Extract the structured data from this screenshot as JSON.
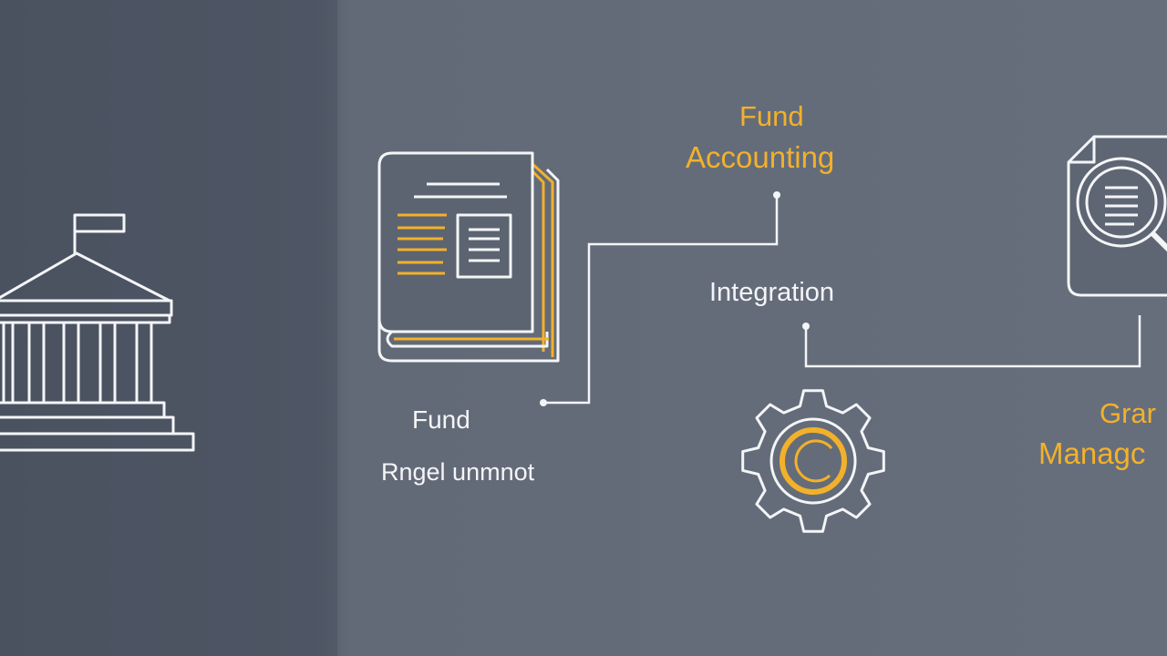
{
  "labels": {
    "fund_accounting_line1": "Fund",
    "fund_accounting_line2": "Accounting",
    "integration": "Integration",
    "fund_regulation_line1": "Fund",
    "fund_regulation_line2": "Rngel unmnot",
    "grant_line1": "Grar",
    "grant_line2": "Managc"
  },
  "icons": [
    "government-building-icon",
    "ledger-book-icon",
    "document-search-icon",
    "gear-icon"
  ],
  "colors": {
    "background_left": "#4b5361",
    "background_right": "#646c7a",
    "stroke": "#f4f5f7",
    "accent": "#f2b12a"
  }
}
